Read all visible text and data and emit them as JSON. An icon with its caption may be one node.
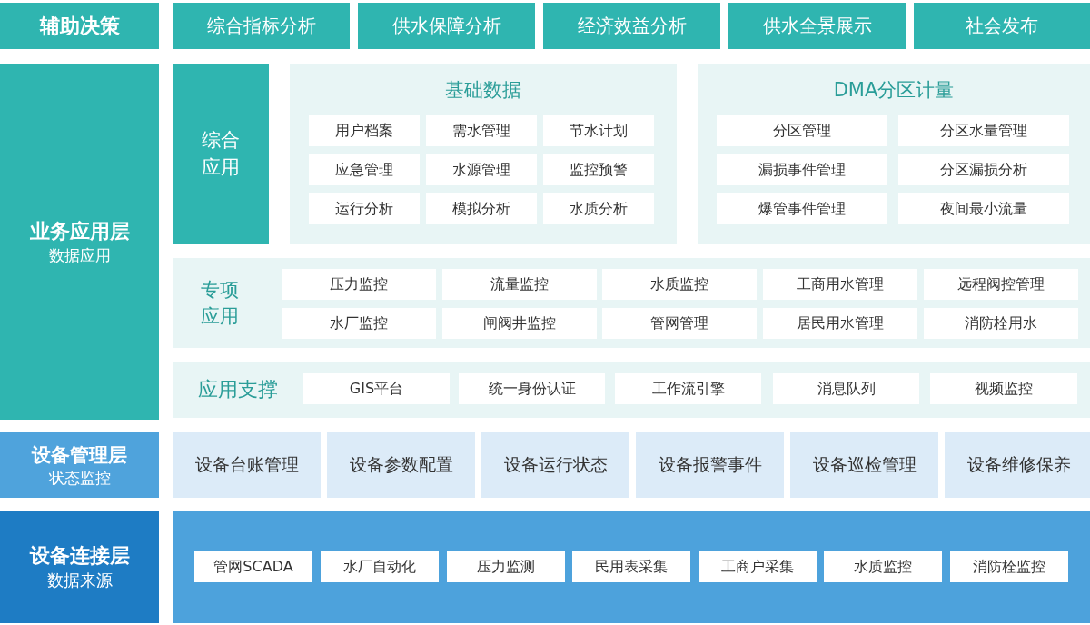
{
  "diagram": {
    "nodes": [
      {
        "text": [
          "辅助决策"
        ]
      },
      {
        "text": [
          "综合指标分析"
        ]
      },
      {
        "text": [
          "供水保障分析"
        ]
      },
      {
        "text": [
          "经济效益分析"
        ]
      },
      {
        "text": [
          "供水全景展示"
        ]
      },
      {
        "text": [
          "社会发布"
        ]
      },
      {
        "text": [
          "业务应用层",
          "数据应用"
        ]
      },
      {
        "text": [
          "综合应用"
        ]
      },
      {
        "text": [
          "基础数据"
        ]
      },
      {
        "text": [
          "用户档案"
        ],
        "in": 8
      },
      {
        "text": [
          "需水管理"
        ],
        "in": 8
      },
      {
        "text": [
          "节水计划"
        ],
        "in": 8
      },
      {
        "text": [
          "应急管理"
        ],
        "in": 8
      },
      {
        "text": [
          "水源管理"
        ],
        "in": 8
      },
      {
        "text": [
          "监控预警"
        ],
        "in": 8
      },
      {
        "text": [
          "运行分析"
        ],
        "in": 8
      },
      {
        "text": [
          "模拟分析"
        ],
        "in": 8
      },
      {
        "text": [
          "水质分析"
        ],
        "in": 8
      },
      {
        "text": [
          "DMA分区计量"
        ]
      },
      {
        "text": [
          "分区管理"
        ],
        "in": 18
      },
      {
        "text": [
          "分区水量管理"
        ],
        "in": 18
      },
      {
        "text": [
          "漏损事件管理"
        ],
        "in": 18
      },
      {
        "text": [
          "分区漏损分析"
        ],
        "in": 18
      },
      {
        "text": [
          "爆管事件管理"
        ],
        "in": 18
      },
      {
        "text": [
          "夜间最小流量"
        ],
        "in": 18
      },
      {
        "text": [
          "专项应用"
        ]
      },
      {
        "text": [
          "压力监控"
        ],
        "in": 25
      },
      {
        "text": [
          "流量监控"
        ],
        "in": 25
      },
      {
        "text": [
          "水质监控"
        ],
        "in": 25
      },
      {
        "text": [
          "工商用水管理"
        ],
        "in": 25
      },
      {
        "text": [
          "远程阀控管理"
        ],
        "in": 25
      },
      {
        "text": [
          "水厂监控"
        ],
        "in": 25
      },
      {
        "text": [
          "闸阀井监控"
        ],
        "in": 25
      },
      {
        "text": [
          "管网管理"
        ],
        "in": 25
      },
      {
        "text": [
          "居民用水管理"
        ],
        "in": 25
      },
      {
        "text": [
          "消防栓用水"
        ],
        "in": 25
      },
      {
        "text": [
          "应用支撑"
        ]
      },
      {
        "text": [
          "GIS平台"
        ],
        "in": 36
      },
      {
        "text": [
          "统一身份认证"
        ],
        "in": 36
      },
      {
        "text": [
          "工作流引擎"
        ],
        "in": 36
      },
      {
        "text": [
          "消息队列"
        ],
        "in": 36
      },
      {
        "text": [
          "视频监控"
        ],
        "in": 36
      },
      {
        "text": [
          "设备管理层",
          "状态监控"
        ]
      },
      {
        "text": [
          "设备台账管理"
        ]
      },
      {
        "text": [
          "设备参数配置"
        ]
      },
      {
        "text": [
          "设备运行状态"
        ]
      },
      {
        "text": [
          "设备报警事件"
        ]
      },
      {
        "text": [
          "设备巡检管理"
        ]
      },
      {
        "text": [
          "设备维修保养"
        ]
      },
      {
        "text": [
          "设备连接层",
          "数据来源"
        ]
      },
      {
        "text": [],
        "shape": "bar"
      },
      {
        "text": [
          "管网SCADA"
        ],
        "in": 50
      },
      {
        "text": [
          "水厂自动化"
        ],
        "in": 50
      },
      {
        "text": [
          "压力监测"
        ],
        "in": 50
      },
      {
        "text": [
          "民用表采集"
        ],
        "in": 50
      },
      {
        "text": [
          "工商户采集"
        ],
        "in": 50
      },
      {
        "text": [
          "水质监控"
        ],
        "in": 50
      },
      {
        "text": [
          "消防栓监控"
        ],
        "in": 50
      }
    ]
  }
}
